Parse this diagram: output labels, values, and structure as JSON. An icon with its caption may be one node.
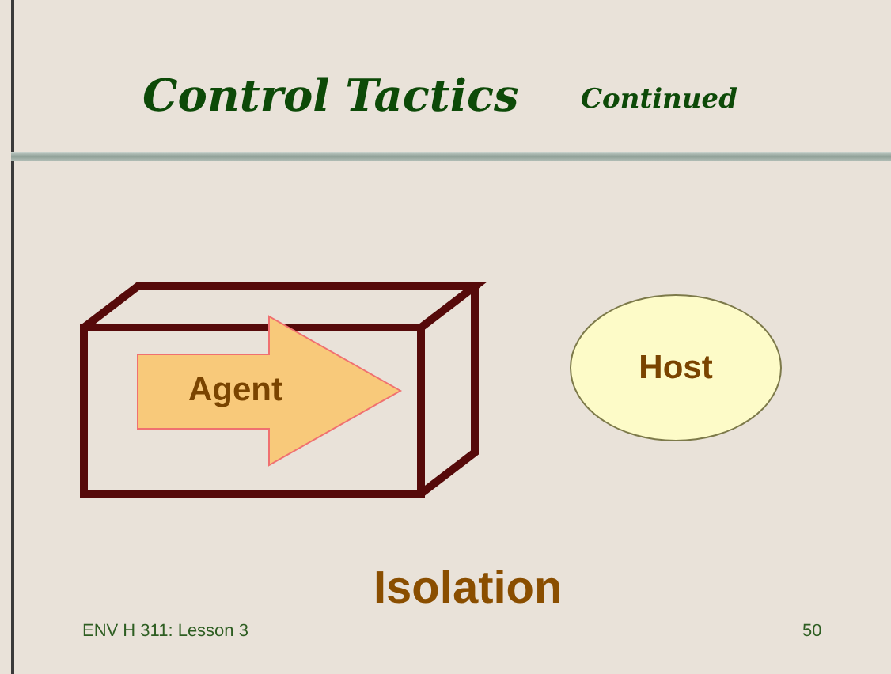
{
  "diagram": {
    "title": "Control Tactics",
    "nodes": [
      {
        "text": [],
        "shape": "box"
      },
      {
        "text": [
          "Agent"
        ],
        "in": 0
      },
      {
        "text": [
          "Host"
        ]
      }
    ],
    "labels": [
      "Continued",
      "Isolation",
      "ENV H 311: Lesson 3",
      "50"
    ]
  }
}
